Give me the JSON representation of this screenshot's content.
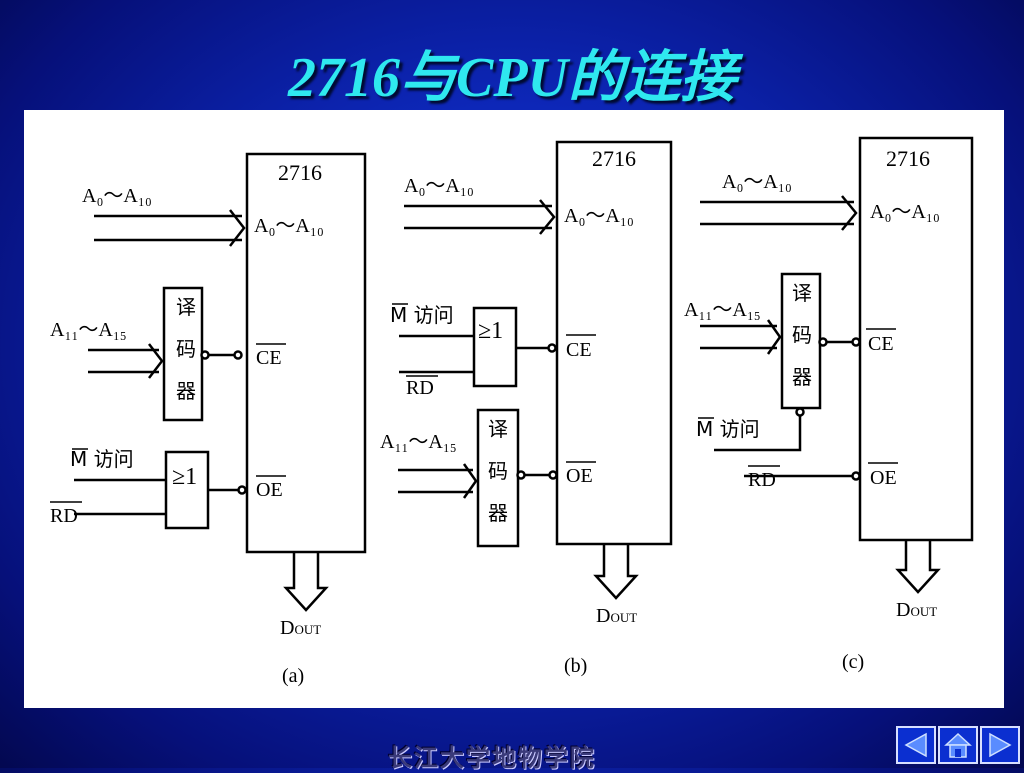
{
  "title": "2716与CPU的连接",
  "footer": "长江大学地物学院",
  "figures": {
    "chip": "2716",
    "addr_low": "A₀～A₁₀",
    "addr_high": "A₁₁～A₁₅",
    "decoder": [
      "译",
      "码",
      "器"
    ],
    "ce": "CE",
    "oe": "OE",
    "or_gate": "≥1",
    "m_access": "M 访问",
    "rd": "RD",
    "dout": "D",
    "dout_sub": "OUT",
    "captions": [
      "(a)",
      "(b)",
      "(c)"
    ]
  },
  "nav": {
    "prev_icon": "triangle-left-icon",
    "home_icon": "home-icon",
    "next_icon": "triangle-right-icon"
  }
}
